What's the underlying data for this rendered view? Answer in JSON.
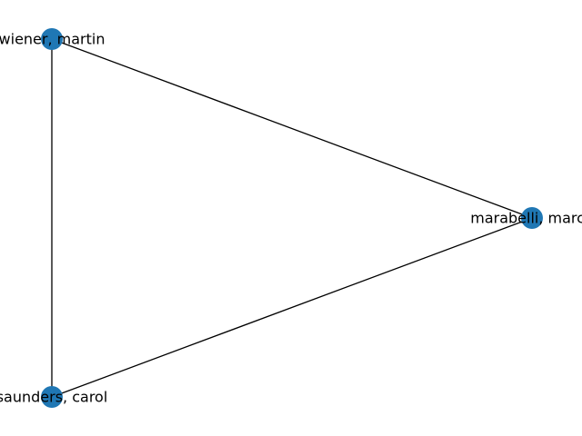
{
  "graph": {
    "node_color": "#1f77b4",
    "edge_color": "#000000",
    "nodes": [
      {
        "id": "wiener",
        "label": "wiener, martin"
      },
      {
        "id": "marabelli",
        "label": "marabelli, marco"
      },
      {
        "id": "saunders",
        "label": "saunders, carol"
      }
    ],
    "edges": [
      {
        "source": "wiener",
        "target": "marabelli"
      },
      {
        "source": "wiener",
        "target": "saunders"
      },
      {
        "source": "saunders",
        "target": "marabelli"
      }
    ]
  }
}
